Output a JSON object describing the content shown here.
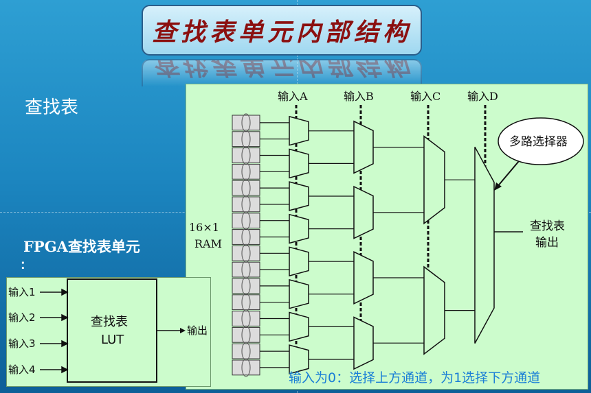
{
  "slide": {
    "title": "查找表单元内部结构",
    "left_heading": "查找表",
    "fpga_label": "FPGA查找表单元",
    "fpga_colon": ":"
  },
  "diagram": {
    "inputs_top": [
      "输入A",
      "输入B",
      "输入C",
      "输入D"
    ],
    "ram_label_line1": "16×1",
    "ram_label_line2": "RAM",
    "mux_callout": "多路选择器",
    "output_label_line1": "查找表",
    "output_label_line2": "输出",
    "ram_cell_count": 16
  },
  "lut_block": {
    "inputs": [
      "输入1",
      "输入2",
      "输入3",
      "输入4"
    ],
    "box_line1": "查找表",
    "box_line2": "LUT",
    "output": "输出"
  },
  "note": "输入为0：选择上方通道，为1选择下方通道"
}
